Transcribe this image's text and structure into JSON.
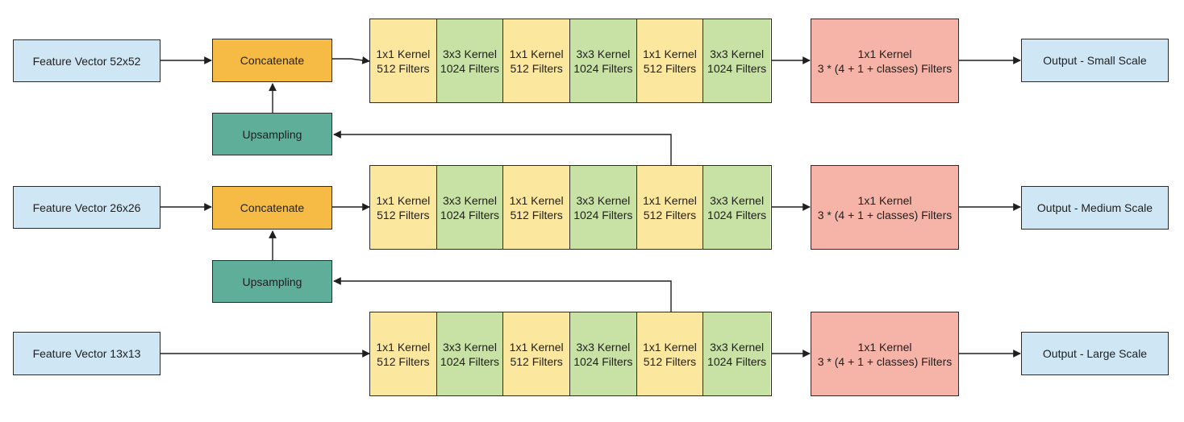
{
  "rows": [
    {
      "feature": "Feature Vector 52x52",
      "concat": "Concatenate",
      "output": "Output - Small Scale"
    },
    {
      "feature": "Feature Vector 26x26",
      "concat": "Concatenate",
      "output": "Output - Medium Scale"
    },
    {
      "feature": "Feature Vector 13x13",
      "output": "Output - Large Scale"
    }
  ],
  "upsampling": [
    "Upsampling",
    "Upsampling"
  ],
  "conv_blocks": [
    {
      "kernel": "1x1 Kernel",
      "filters": "512 Filters"
    },
    {
      "kernel": "3x3 Kernel",
      "filters": "1024 Filters"
    },
    {
      "kernel": "1x1 Kernel",
      "filters": "512 Filters"
    },
    {
      "kernel": "3x3 Kernel",
      "filters": "1024 Filters"
    },
    {
      "kernel": "1x1 Kernel",
      "filters": "512 Filters"
    },
    {
      "kernel": "3x3 Kernel",
      "filters": "1024 Filters"
    }
  ],
  "head": {
    "kernel": "1x1 Kernel",
    "filters": "3 * (4 + 1 + classes) Filters"
  },
  "colors": {
    "feature_fill": "#cfe6f5",
    "concat_fill": "#f5bb45",
    "upsample_fill": "#5fae9a",
    "kernel1_fill": "#fce79f",
    "kernel3_fill": "#c8e1a4",
    "head_fill": "#f6b3a8"
  }
}
